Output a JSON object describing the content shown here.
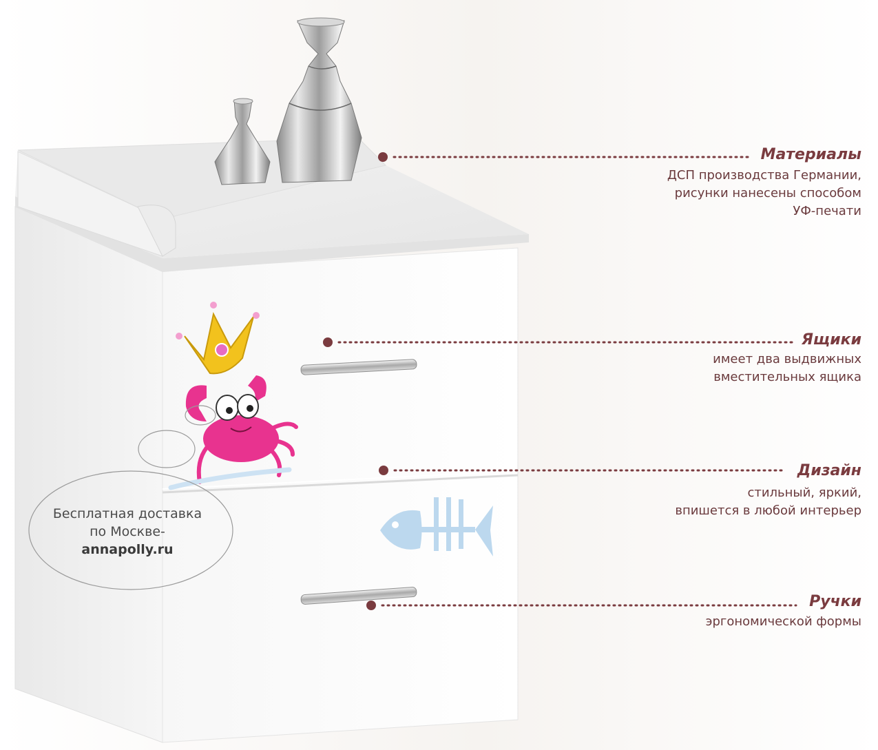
{
  "annotations": [
    {
      "title": "Материалы",
      "text": "ДСП производства Германии,\nрисунки нанесены способом\nУФ-печати"
    },
    {
      "title": "Ящики",
      "text": "имеет два выдвижных\nвместительных ящика"
    },
    {
      "title": "Дизайн",
      "text": "стильный, яркий,\nвпишется в любой интерьер"
    },
    {
      "title": "Ручки",
      "text": "эргономической формы"
    }
  ],
  "delivery": {
    "line1": "Бесплатная доставка",
    "line2": "по Москве-",
    "site": "annapolly.ru"
  },
  "colors": {
    "annotation": "#7a3b3f",
    "crab": "#e8338f",
    "crown": "#f2c21d",
    "fish": "#bcd8ee"
  }
}
